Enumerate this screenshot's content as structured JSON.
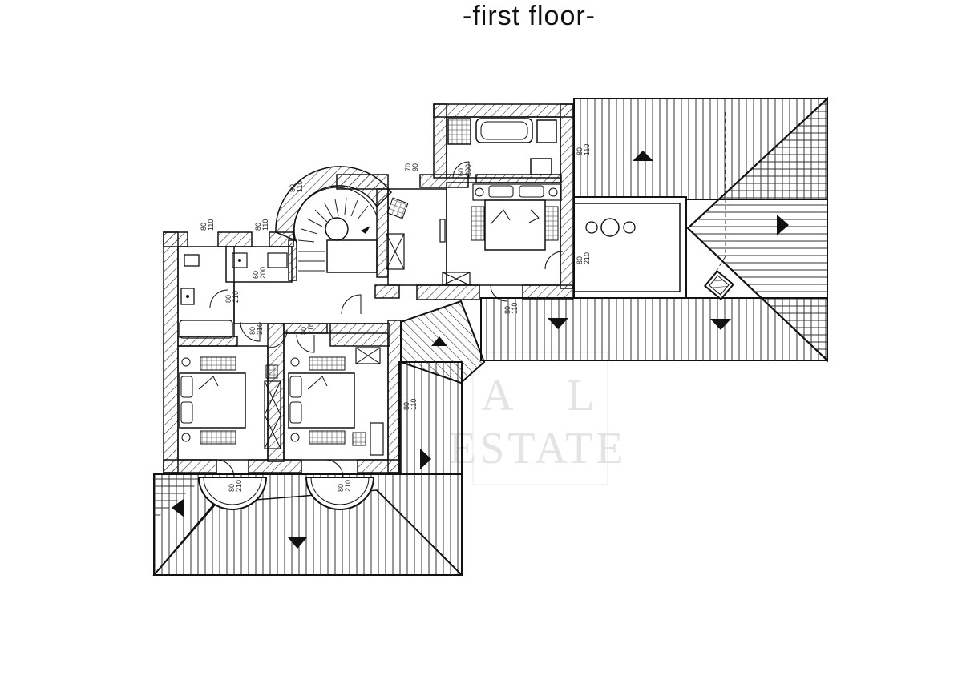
{
  "title": "-first floor-",
  "watermark": {
    "line1": "A L",
    "line2": "ESTATE"
  },
  "colors": {
    "line": "#1a1a1a",
    "paper": "#ffffff",
    "watermark": "#e4e4e4"
  },
  "dimensions": {
    "d_80_110_top": "80\n110",
    "d_80_110_right": "80\n110",
    "d_70_90": "70\n90",
    "d_60_200": "60\n200",
    "d_80_210_terrace": "80\n210",
    "d_80_110_left": "80\n110",
    "d_80_110_mid": "80\n110",
    "d_60_200_bath": "60\n200",
    "d_80_210_hall": "80\n210",
    "d_80_210_a": "80\n210",
    "d_80_210_b": "80\n210",
    "d_80_110_stair": "80\n110",
    "d_80_110_east": "80\n110",
    "d_80_210_bal1": "80\n210",
    "d_80_210_bal2": "80\n210"
  }
}
